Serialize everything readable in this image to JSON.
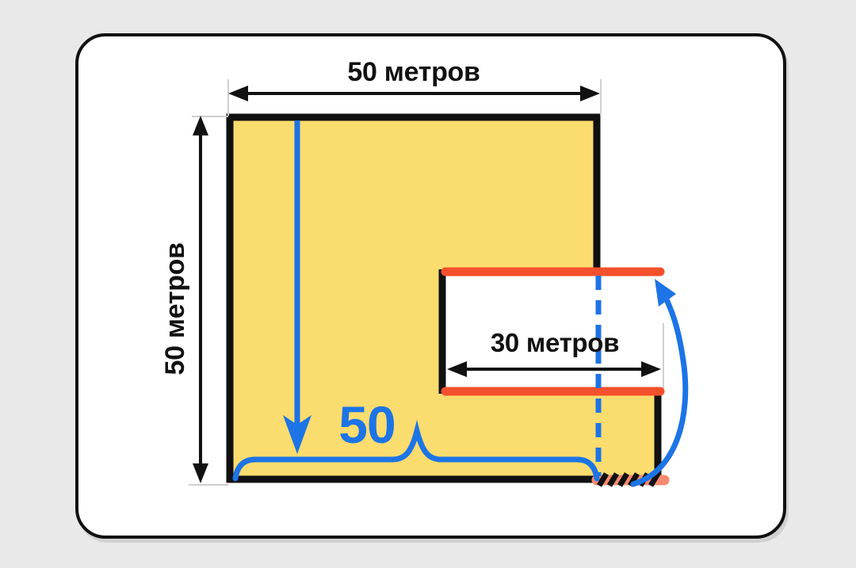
{
  "diagram": {
    "labels": {
      "top_width": "50 метров",
      "left_height": "50 метров",
      "notch_width": "30 метров",
      "bottom_length": "50"
    },
    "colors": {
      "background": "#E9E9E9",
      "card": "#FFFFFF",
      "outline": "#111111",
      "field_fill": "#FBDC6E",
      "new_fence_red": "#F4502B",
      "removed_fence_salmon": "#F68A70",
      "accent_blue": "#1C74E6",
      "witness_gray": "#CFCFCF"
    }
  }
}
